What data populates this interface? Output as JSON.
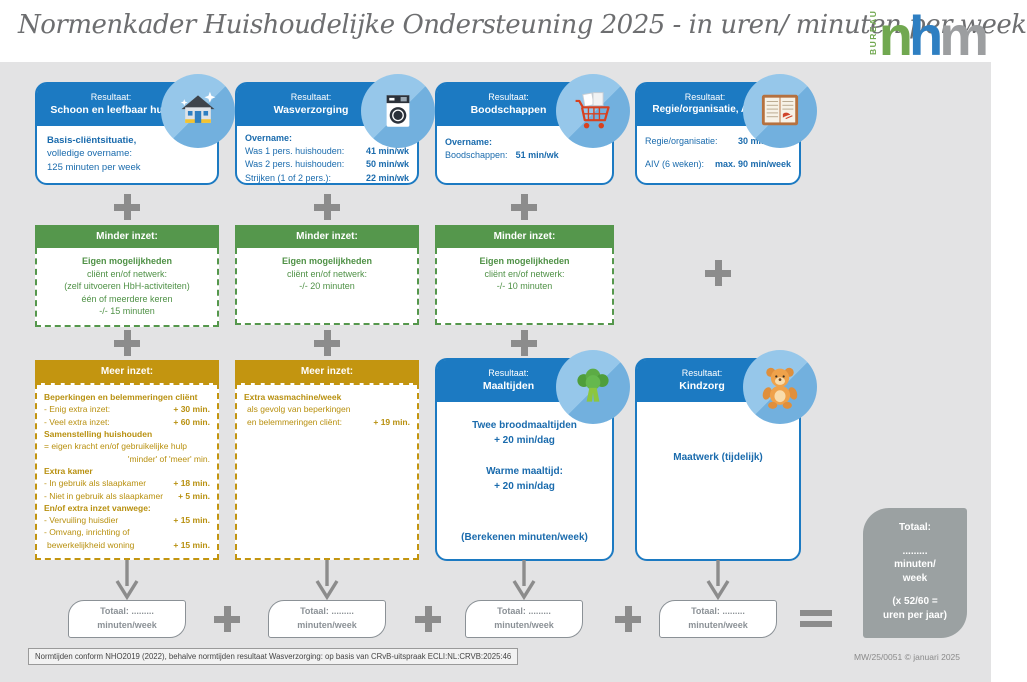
{
  "header": {
    "title": "Normenkader Huishoudelijke Ondersteuning 2025 - in uren/ minuten per week",
    "logo": {
      "vertical": "BUREAU",
      "letters": [
        "n",
        "h",
        "m"
      ]
    }
  },
  "icons": {
    "plus": "+",
    "equals": "=",
    "down-arrow": "↓",
    "schoon": "house-cleaning-icon",
    "was": "washing-machine-icon",
    "boodschappen": "shopping-cart-icon",
    "regie": "agenda-icon",
    "maaltijden": "broccoli-icon",
    "kindzorg": "teddy-bear-icon"
  },
  "colors": {
    "blue": "#1c7ac2",
    "blue_text": "#1a6bad",
    "light_blue": "#96c7ea",
    "green": "#55974c",
    "gold": "#c39510",
    "gray_op": "#8c8c8c",
    "gray_total": "#9ba1a2",
    "background": "#e3e3e4"
  },
  "results": {
    "schoon": {
      "kicker": "Resultaat:",
      "title": "Schoon en leefbaar huis",
      "lines": [
        "Basis-cliëntsituatie,",
        "volledige overname:",
        "125 minuten per week"
      ]
    },
    "was": {
      "kicker": "Resultaat:",
      "title": "Wasverzorging",
      "intro": "Overname:",
      "rows": [
        {
          "label": "Was 1 pers. huishouden:",
          "value": "41 min/wk"
        },
        {
          "label": "Was 2 pers. huishouden:",
          "value": "50 min/wk"
        },
        {
          "label": "Strijken (1 of 2 pers.):",
          "value": "22 min/wk"
        }
      ]
    },
    "boodschappen": {
      "kicker": "Resultaat:",
      "title": "Boodschappen",
      "intro": "Overname:",
      "rows": [
        {
          "label": "Boodschappen:",
          "value": "51 min/wk"
        }
      ]
    },
    "regie": {
      "kicker": "Resultaat:",
      "title": "Regie/organisatie, AIV",
      "rows": [
        {
          "label": "Regie/organisatie:",
          "value": "30 min/week"
        },
        {
          "label": "AIV (6 weken):",
          "value": "max. 90 min/week"
        }
      ]
    },
    "maaltijden": {
      "kicker": "Resultaat:",
      "title": "Maaltijden",
      "lines": [
        "Twee broodmaaltijden",
        "+ 20 min/dag",
        "Warme maaltijd:",
        "+ 20 min/dag"
      ],
      "footnote": "(Berekenen minuten/week)"
    },
    "kindzorg": {
      "kicker": "Resultaat:",
      "title": "Kindzorg",
      "lines": [
        "Maatwerk (tijdelijk)"
      ]
    }
  },
  "minder": {
    "heading": "Minder inzet:",
    "boxes": [
      {
        "lines": [
          "Eigen mogelijkheden",
          "cliënt en/of netwerk:",
          "(zelf uitvoeren HbH-activiteiten)",
          "één of meerdere keren",
          "-/- 15 minuten"
        ]
      },
      {
        "lines": [
          "Eigen mogelijkheden",
          "cliënt en/of netwerk:",
          "-/- 20 minuten"
        ]
      },
      {
        "lines": [
          "Eigen mogelijkheden",
          "cliënt en/of netwerk:",
          "-/- 10 minuten"
        ]
      }
    ]
  },
  "meer": {
    "heading": "Meer inzet:",
    "box1": {
      "rows": [
        {
          "l": "Beperkingen en belemmeringen cliënt",
          "v": ""
        },
        {
          "l": "- Enig extra inzet:",
          "v": "+ 30 min."
        },
        {
          "l": "- Veel extra inzet:",
          "v": "+ 60 min."
        },
        {
          "l": "Samenstelling huishouden",
          "v": ""
        },
        {
          "l": "= eigen kracht en/of gebruikelijke hulp",
          "v": ""
        },
        {
          "l": "",
          "v": "'minder' of 'meer' min."
        },
        {
          "l": "Extra kamer",
          "v": ""
        },
        {
          "l": "- In gebruik als slaapkamer",
          "v": "+ 18 min."
        },
        {
          "l": "- Niet in gebruik als slaapkamer",
          "v": "+ 5 min."
        },
        {
          "l": "En/of extra inzet vanwege:",
          "v": ""
        },
        {
          "l": "- Vervuiling huisdier",
          "v": "+ 15 min."
        },
        {
          "l": "- Omvang, inrichting of",
          "v": ""
        },
        {
          "l": "bewerkelijkheid woning",
          "v": "+ 15 min."
        }
      ]
    },
    "box2": {
      "rows": [
        {
          "l": "Extra wasmachine/week",
          "v": ""
        },
        {
          "l": "als gevolg van beperkingen",
          "v": ""
        },
        {
          "l": "en belemmeringen cliënt:",
          "v": "+ 19 min."
        }
      ]
    }
  },
  "totals": {
    "note_line1": "Totaal: .........",
    "note_line2": "minuten/week",
    "grand": {
      "line1": "Totaal:",
      "dots": ".........",
      "line2": "minuten/",
      "line3": "week",
      "line4": "(x 52/60 =",
      "line5": "uren per jaar)"
    }
  },
  "footer": {
    "note": "Normtijden conform NHO2019 (2022), behalve normtijden resultaat Wasverzorging: op basis van CRvB-uitspraak ECLI:NL:CRVB:2025:46",
    "credit": "MW/25/0051 © januari 2025"
  }
}
